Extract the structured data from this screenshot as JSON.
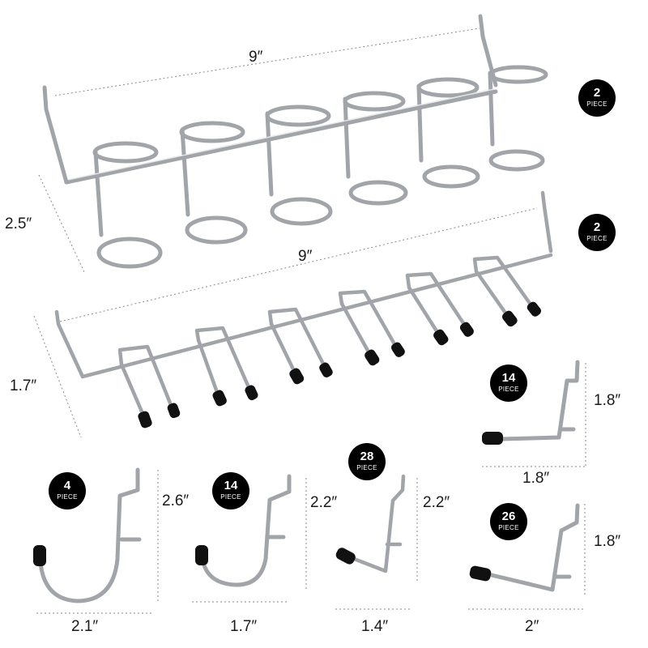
{
  "dimensions": {
    "holder_width": "9″",
    "holder_depth": "2.5″",
    "rack_width": "9″",
    "rack_depth": "1.7″",
    "l_hook_top_height": "1.8″",
    "l_hook_top_width": "1.8″",
    "j_hook_large_height": "2.6″",
    "j_hook_large_width": "2.1″",
    "j_hook_small_height": "2.2″",
    "j_hook_small_width": "1.7″",
    "small_hook_height": "2.2″",
    "small_hook_width": "1.4″",
    "l_hook_bottom_height": "1.8″",
    "l_hook_bottom_width": "2″"
  },
  "badges": {
    "holder": {
      "count": "2",
      "unit": "PIECE"
    },
    "rack": {
      "count": "2",
      "unit": "PIECE"
    },
    "l_hook_top": {
      "count": "14",
      "unit": "PIECE"
    },
    "j_hook_large": {
      "count": "4",
      "unit": "PIECE"
    },
    "j_hook_small": {
      "count": "14",
      "unit": "PIECE"
    },
    "small_hook": {
      "count": "28",
      "unit": "PIECE"
    },
    "l_hook_bottom": {
      "count": "26",
      "unit": "PIECE"
    }
  },
  "colors": {
    "metal": "#9a9ea4",
    "metal_highlight": "#e6e8ea",
    "tip": "#111111",
    "badge": "#000000",
    "dotted_line": "#8a8a8a"
  }
}
